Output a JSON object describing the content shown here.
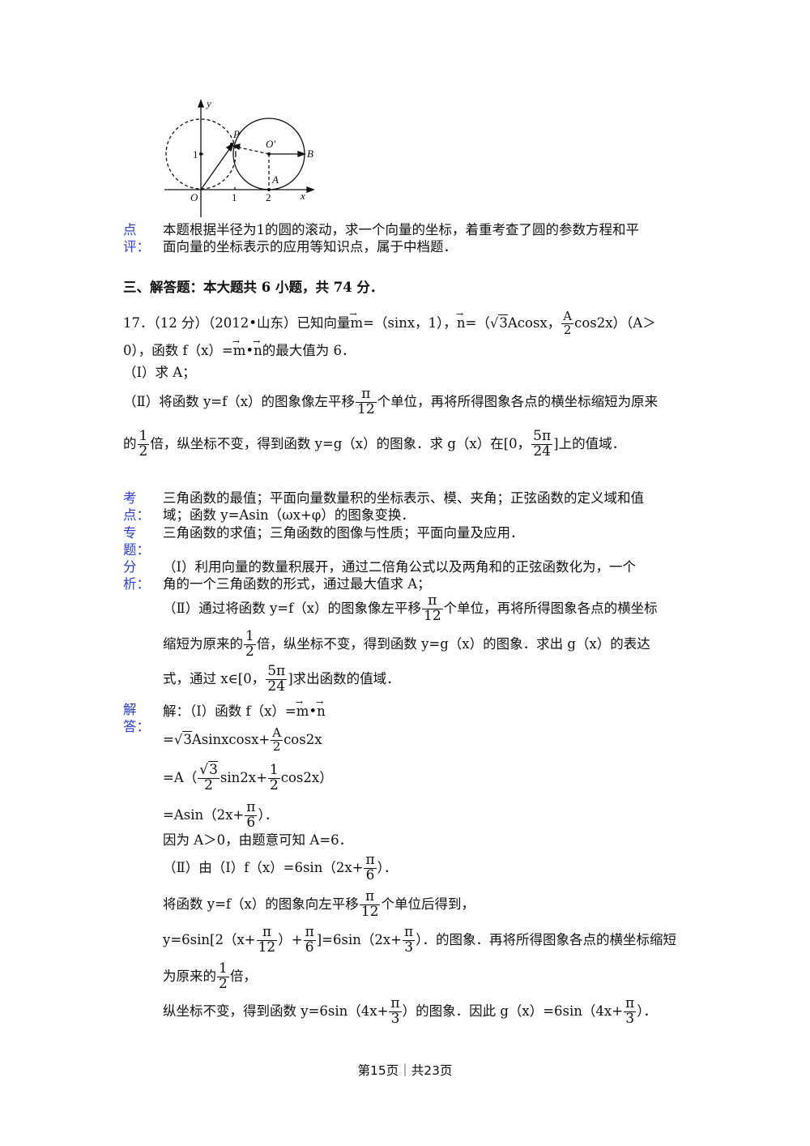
{
  "figure": {
    "labels": {
      "y": "y",
      "x": "x",
      "P": "P",
      "Oprime": "O′",
      "B": "B",
      "A": "A",
      "one": "1",
      "O": "O",
      "t1": "1",
      "t2": "2"
    }
  },
  "comment": {
    "tag1": "点",
    "tag2": "评：",
    "line1": "本题根据半径为1的圆的滚动，求一个向量的坐标，着重考查了圆的参数方程和平",
    "line2": "面向量的坐标表示的应用等知识点，属于中档题．"
  },
  "section": "三、解答题：本大题共 6 小题，共 74 分．",
  "problem": {
    "head": "17．（12 分）（2012•山东）已知向量",
    "m_eq": "=（sinx，1），",
    "n_eq": "=（",
    "sqrt3": "3",
    "acosx": "Acosx，",
    "frac_A": "A",
    "frac_2": "2",
    "cos2x": "cos2x）（A＞",
    "line2a": "0），函数 f（x）=",
    "dot": "•",
    "line2b": "的最大值为 6．",
    "part1": "（Ⅰ）求 A；",
    "part2a": "（Ⅱ）将函数 y=f（x）的图象像左平移",
    "pi": "π",
    "twelve": "12",
    "part2b": "个单位，再将所得图象各点的横坐标缩短为原来",
    "line4a": "的",
    "one": "1",
    "two": "2",
    "line4b": "倍，纵坐标不变，得到函数 y=g（x）的图象．求 g（x）在[0，",
    "fivepi": "5π",
    "twentyfour": "24",
    "line4c": "]上的值域．",
    "m": "m",
    "n": "n"
  },
  "kaodian": {
    "tag1": "考",
    "tag2": "点：",
    "line1": "三角函数的最值；平面向量数量积的坐标表示、模、夹角；正弦函数的定义域和值",
    "line2": "域；函数 y=Asin（ωx+φ）的图象变换．"
  },
  "zhuanti": {
    "tag1": "专",
    "tag2": "题：",
    "line1": "三角函数的求值；三角函数的图像与性质；平面向量及应用．"
  },
  "fenxi": {
    "tag1": "分",
    "tag2": "析：",
    "line1": "（Ⅰ）利用向量的数量积展开，通过二倍角公式以及两角和的正弦函数化为，一个",
    "line2": "角的一个三角函数的形式，通过最大值求 A；",
    "line3a": "（Ⅱ）通过将函数 y=f（x）的图象像左平移",
    "line3b": "个单位，再将所得图象各点的横坐标",
    "line4a": "缩短为原来的",
    "line4b": "倍，纵坐标不变，得到函数 y=g（x）的图象．求出 g（x）的表达",
    "line5a": "式，通过 x∈[0，",
    "line5b": "]求出函数的值域．"
  },
  "jieda": {
    "tag1": "解",
    "tag2": "答：",
    "l1": "解：（Ⅰ）函数 f（x）=",
    "l2a": "=",
    "l2b": "Asinxcosx+",
    "l2c": "cos2x",
    "l3a": "=A（",
    "l3b": "sin2x+",
    "l3c": "cos2x）",
    "l4a": "=Asin（2x+",
    "six": "6",
    "three": "3",
    "l4b": "）．",
    "l5": "因为 A＞0，由题意可知 A=6．",
    "l6a": "（Ⅱ）由（Ⅰ）f（x）=6sin（2x+",
    "l6b": "）．",
    "l7a": "将函数 y=f（x）的图象向左平移",
    "l7b": "个单位后得到，",
    "l8a": "y=6sin[2（x+",
    "l8b": "）+",
    "l8c": "]=6sin（2x+",
    "l8d": "）．的图象．再将所得图象各点的横坐标缩短",
    "l9a": "为原来的",
    "l9b": "倍，",
    "l10a": "纵坐标不变，得到函数 y=6sin（4x+",
    "l10b": "）的图象．因此 g（x）=6sin（4x+",
    "l10c": "）．"
  },
  "footer": "第15页｜共23页"
}
